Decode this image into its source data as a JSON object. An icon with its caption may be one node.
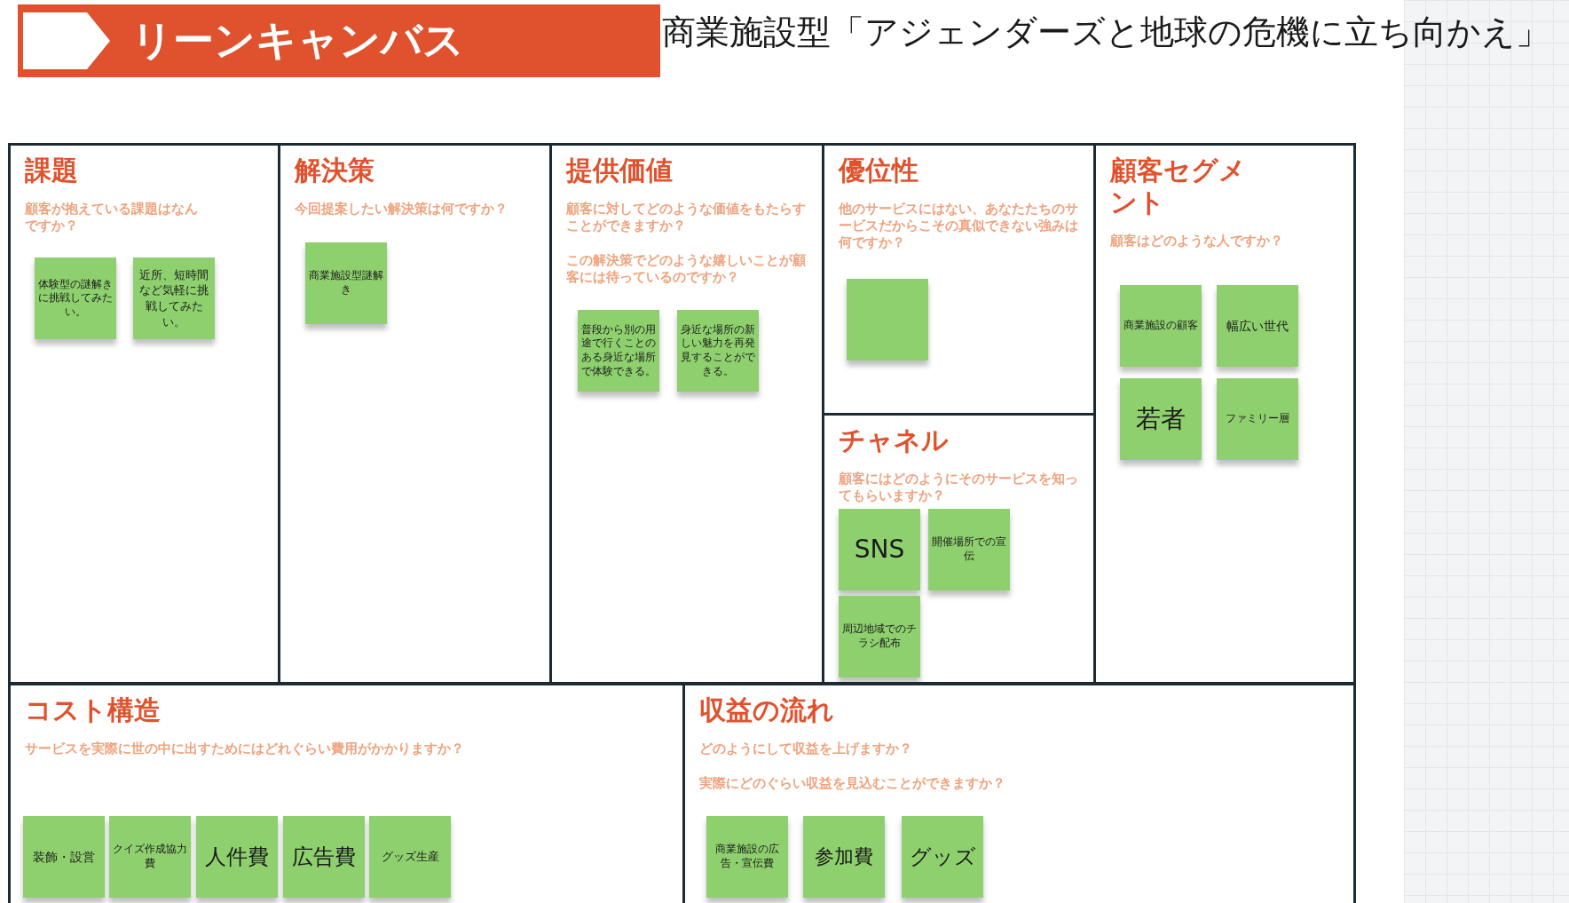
{
  "diagram": {
    "title": "商業施設型「アジェンダーズと地球の危機に立ち向かえ」",
    "nodes": [
      {
        "text": [
          "リーンキャンバス"
        ]
      },
      {
        "text": [
          "課題",
          "顧客が抱えている課題はなんですか？"
        ]
      },
      {
        "text": [
          "体験型の謎解きに挑戦してみたい。"
        ],
        "in": 1
      },
      {
        "text": [
          "近所、短時間など気軽に挑戦してみたい。"
        ],
        "in": 1
      },
      {
        "text": [
          "解決策",
          "今回提案したい解決策は何ですか？"
        ]
      },
      {
        "text": [
          "商業施設型謎解き"
        ],
        "in": 4
      },
      {
        "text": [
          "提供価値",
          "顧客に対してどのような価値をもたらすことができますか？",
          "この解決策でどのような嬉しいことが顧客には待っているのですか？"
        ]
      },
      {
        "text": [
          "普段から別の用途で行くことのある身近な場所で体験できる。"
        ],
        "in": 6
      },
      {
        "text": [
          "身近な場所の新しい魅力を再発見することができる。"
        ],
        "in": 6
      },
      {
        "text": [
          "優位性",
          "他のサービスにはない、あなたたちのサービスだからこその真似できない強みは何ですか？"
        ]
      },
      {
        "text": [],
        "shape": "box",
        "in": 9
      },
      {
        "text": [
          "チャネル",
          "顧客にはどのようにそのサービスを知ってもらいますか？"
        ]
      },
      {
        "text": [
          "SNS"
        ],
        "in": 11
      },
      {
        "text": [
          "開催場所での宣伝"
        ],
        "in": 11
      },
      {
        "text": [
          "周辺地域でのチラシ配布"
        ],
        "in": 11
      },
      {
        "text": [
          "顧客セグメント",
          "顧客はどのような人ですか？"
        ]
      },
      {
        "text": [
          "商業施設の顧客"
        ],
        "in": 15
      },
      {
        "text": [
          "幅広い世代"
        ],
        "in": 15
      },
      {
        "text": [
          "若者"
        ],
        "in": 15
      },
      {
        "text": [
          "ファミリー層"
        ],
        "in": 15
      },
      {
        "text": [
          "コスト構造",
          "サービスを実際に世の中に出すためにはどれぐらい費用がかかりますか？"
        ]
      },
      {
        "text": [
          "装飾・設営"
        ],
        "in": 20
      },
      {
        "text": [
          "クイズ作成協力費"
        ],
        "in": 20
      },
      {
        "text": [
          "人件費"
        ],
        "in": 20
      },
      {
        "text": [
          "広告費"
        ],
        "in": 20
      },
      {
        "text": [
          "グッズ生産"
        ],
        "in": 20
      },
      {
        "text": [
          "収益の流れ",
          "どのようにして収益を上げますか？",
          "実際にどのぐらい収益を見込むことができますか？"
        ]
      },
      {
        "text": [
          "商業施設の広告・宣伝費"
        ],
        "in": 26
      },
      {
        "text": [
          "参加費"
        ],
        "in": 26
      },
      {
        "text": [
          "グッズ"
        ],
        "in": 26
      }
    ]
  }
}
